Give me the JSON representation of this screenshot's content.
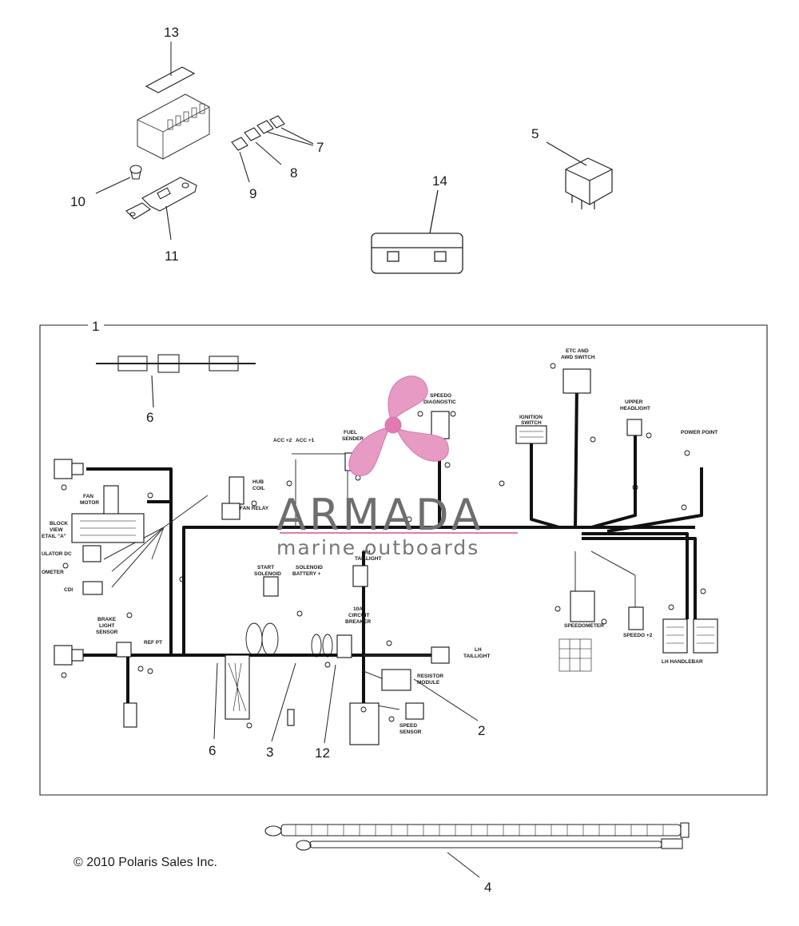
{
  "callouts": {
    "c1": "1",
    "c2": "2",
    "c3": "3",
    "c4": "4",
    "c5": "5",
    "c6a": "6",
    "c6b": "6",
    "c7": "7",
    "c8": "8",
    "c9": "9",
    "c10": "10",
    "c11": "11",
    "c12": "12",
    "c13": "13",
    "c14": "14"
  },
  "labels": {
    "etc_awd_switch": [
      "ETC AND",
      "AWD SWITCH"
    ],
    "upper_headlight": [
      "UPPER",
      "HEADLIGHT"
    ],
    "ignition_switch": [
      "IGNITION",
      "SWITCH"
    ],
    "power_point": "POWER POINT",
    "speedo_diagnostic": [
      "SPEEDO",
      "DIAGNOSTIC"
    ],
    "fuel_sender": [
      "FUEL",
      "SENDER"
    ],
    "acc2": "ACC +2",
    "acc1": "ACC +1",
    "hub_coil": [
      "HUB",
      "COIL"
    ],
    "fan_relay": "FAN RELAY",
    "fan_motor": [
      "FAN",
      "MOTOR"
    ],
    "block_view": [
      "BLOCK",
      "VIEW",
      "ETAIL \"A\""
    ],
    "regulator": "ULATOR DC",
    "ometer": "OMETER",
    "cdi": "CDI",
    "start_solenoid": [
      "START",
      "SOLENOID"
    ],
    "solenoid_battery": [
      "SOLENOID",
      "BATTERY +"
    ],
    "rh_taillight": [
      "RH",
      "TAILLIGHT"
    ],
    "circuit_breaker": [
      "10A",
      "CIRCUIT",
      "BREAKER"
    ],
    "brake_light_sensor": [
      "BRAKE",
      "LIGHT",
      "SENSOR"
    ],
    "lh_taillight": [
      "LH",
      "TAILLIGHT"
    ],
    "resistor_module": [
      "RESISTOR",
      "MODULE"
    ],
    "speed_sensor": [
      "SPEED",
      "SENSOR"
    ],
    "speedometer": "SPEEDOMETER",
    "speedo2": "SPEEDO +2",
    "lh_handlebar": "LH HANDLEBAR",
    "ref": "REF PT"
  },
  "watermark": {
    "title": "ARMADA",
    "subtitle": "marine outboards",
    "accent": "#e07ab0"
  },
  "copyright": "© 2010 Polaris Sales Inc."
}
